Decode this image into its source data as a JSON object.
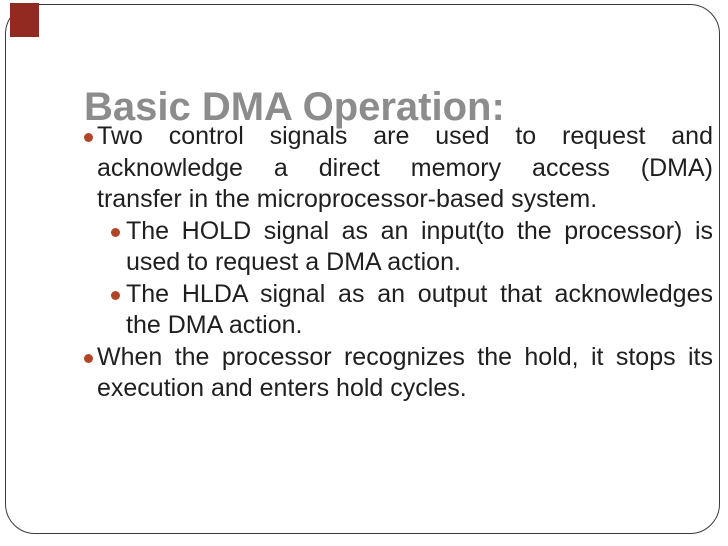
{
  "slide": {
    "title": "Basic DMA Operation:",
    "colors": {
      "background": "#ffffff",
      "frame_border": "#3a3a3a",
      "accent_square": "#932a22",
      "title_text": "#8c8c8c",
      "body_text": "#1f1f1f",
      "bullet_dot": "#b34527"
    },
    "bullets": [
      {
        "level": 1,
        "lines": [
          "Two control signals are used to request and",
          "acknowledge a direct memory access (DMA)",
          "transfer in the microprocessor-based system."
        ]
      },
      {
        "level": 2,
        "lines": [
          "The HOLD signal as an input(to the processor) is",
          "used to request a DMA action."
        ]
      },
      {
        "level": 2,
        "lines": [
          "The HLDA signal as an output that acknowledges",
          "the DMA action."
        ]
      },
      {
        "level": 1,
        "lines": [
          "When the processor recognizes the hold, it stops its",
          "execution and enters hold cycles."
        ]
      }
    ]
  }
}
